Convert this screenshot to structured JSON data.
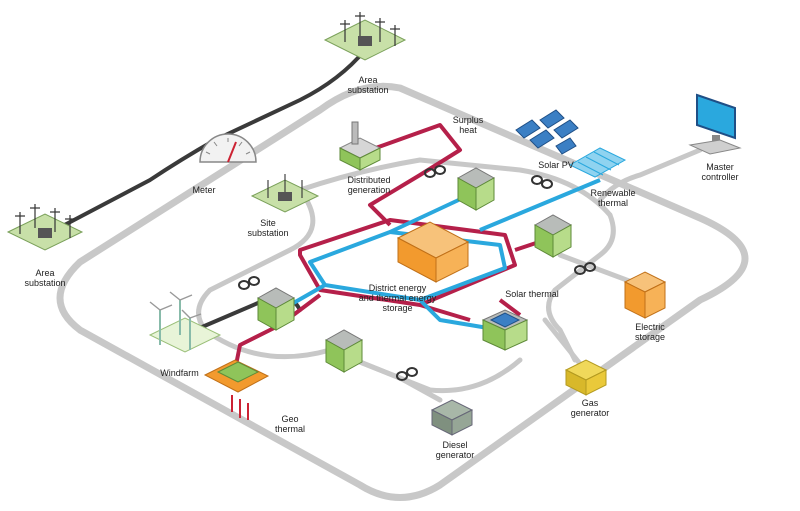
{
  "colors": {
    "grid_gray": "#c8c8c8",
    "grid_dark": "#3a3a3a",
    "heat_red": "#b5204a",
    "cool_blue": "#2aa8de",
    "building_green": "#8fc45a",
    "building_roof": "#b8bcb9",
    "storage_orange": "#f29a2e",
    "panel_blue": "#3b7fc4",
    "substation_green": "#c8e0a8"
  },
  "labels": {
    "area_substation_top": "Area\nsubstation",
    "area_substation_left": "Area\nsubstation",
    "meter": "Meter",
    "site_substation": "Site\nsubstation",
    "distributed_generation": "Distributed\ngeneration",
    "surplus_heat": "Surplus\nheat",
    "solar_pv": "Solar PV",
    "renewable_thermal": "Renewable\nthermal",
    "master_controller": "Master\ncontroller",
    "district_storage": "District energy\nand thermal energy\nstorage",
    "solar_thermal": "Solar thermal",
    "electric_storage": "Electric\nstorage",
    "windfarm": "Windfarm",
    "geo_thermal": "Geo\nthermal",
    "gas_generator": "Gas\ngenerator",
    "diesel_generator": "Diesel\ngenerator"
  },
  "icons": [
    "substation-icon",
    "meter-icon",
    "factory-icon",
    "solar-panel-icon",
    "solar-thermal-icon",
    "computer-icon",
    "building-icon",
    "battery-icon",
    "wind-turbine-icon",
    "generator-icon",
    "geothermal-icon",
    "switch-icon"
  ]
}
